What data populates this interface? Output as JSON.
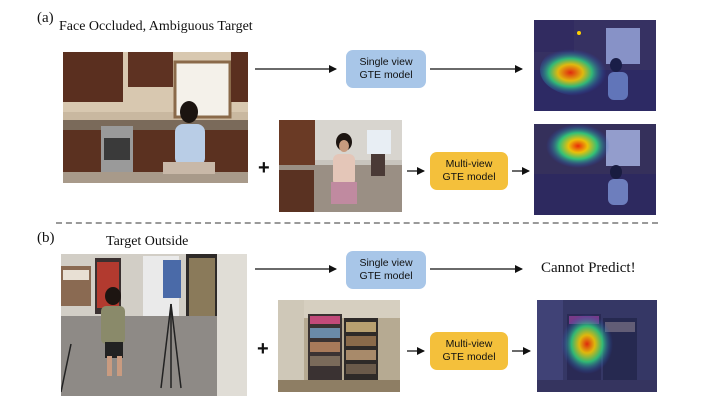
{
  "panel_a": {
    "tag": "(a)",
    "caption": "Face Occluded, Ambiguous Target",
    "single_view_box": "Single view\nGTE model",
    "multi_view_box": "Multi-view\nGTE model",
    "plus": "+"
  },
  "panel_b": {
    "tag": "(b)",
    "caption": "Target Outside",
    "single_view_box": "Single view\nGTE model",
    "multi_view_box": "Multi-view\nGTE model",
    "plus": "+",
    "result_text": "Cannot Predict!"
  },
  "colors": {
    "single_view_box": "#a8c6e8",
    "multi_view_box": "#f4c03b",
    "arrow": "#111111",
    "divider": "#9a9a9a"
  }
}
